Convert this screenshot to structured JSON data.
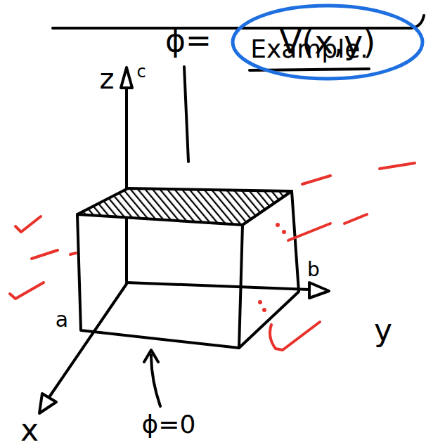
{
  "diagram": {
    "title": "Example.",
    "labels": [
      "z",
      "c",
      "ϕ=",
      "V(x,y)",
      "b",
      "a",
      "y",
      "x",
      "ϕ=0"
    ]
  }
}
